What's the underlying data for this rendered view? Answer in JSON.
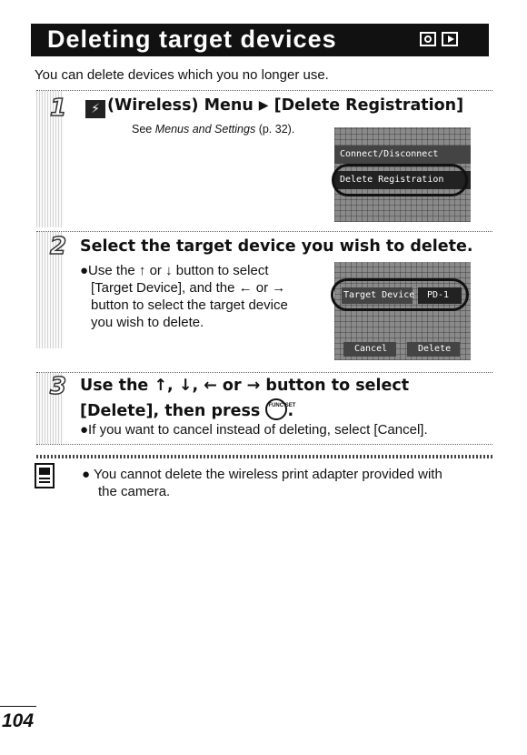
{
  "title": "Deleting target devices",
  "intro": "You can delete devices which you no longer use.",
  "steps": [
    {
      "number": "1",
      "heading_icon_label": "(Wireless) Menu",
      "heading_target": "[Delete Registration]",
      "note_prefix": "See ",
      "note_italic": "Menus and Settings",
      "note_suffix": " (p. 32).",
      "screen": {
        "row1": "Connect/Disconnect",
        "row2": "Delete Registration"
      }
    },
    {
      "number": "2",
      "heading": "Select the target device you wish to delete.",
      "body": [
        "●Use the ↑ or ↓ button to select",
        "[Target Device], and the ← or →",
        "button to select the target device",
        "you wish to delete."
      ],
      "screen": {
        "field_label": "Target Device",
        "field_value": "PD-1",
        "button_left": "Cancel",
        "button_right": "Delete"
      }
    },
    {
      "number": "3",
      "heading_line1": "Use the ↑, ↓, ← or → button to select",
      "heading_line2_prefix": "[Delete], then press ",
      "heading_line2_suffix": ".",
      "func_set_label": "FUNC SET",
      "body": "●If you want to cancel instead of deleting, select [Cancel]."
    }
  ],
  "note": {
    "line1": "● You cannot delete the wireless print adapter provided with",
    "line2": "the camera."
  },
  "page_number": "104"
}
